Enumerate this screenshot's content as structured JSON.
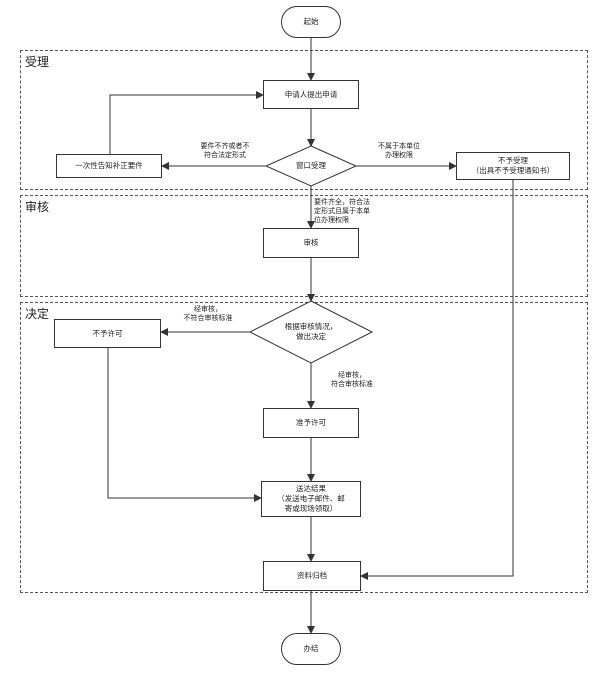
{
  "sections": {
    "accept": "受理",
    "review": "审核",
    "decide": "决定"
  },
  "nodes": {
    "start": "起始",
    "apply": "申请人提出申请",
    "supplement": "一次性告知补正要件",
    "window": "窗口受理",
    "reject": "不予受理\n（出具不予受理通知书）",
    "review": "审核",
    "decide": "根据审核情况，\n做出决定",
    "deny": "不予许可",
    "approve": "准予许可",
    "deliver": "送达结果\n（发送电子邮件、邮\n寄或现场领取）",
    "archive": "资料归档",
    "end": "办结"
  },
  "edge_labels": {
    "incomplete": "要件不齐或者不\n符合法定形式",
    "out_of_scope": "不属于本单位\n办理权限",
    "complete": "要件齐全，符合法\n定形式且属于本单\n位办理权限",
    "not_meet": "经审核，\n不符合审核标准",
    "meet": "经审核，\n符合审核标准"
  }
}
